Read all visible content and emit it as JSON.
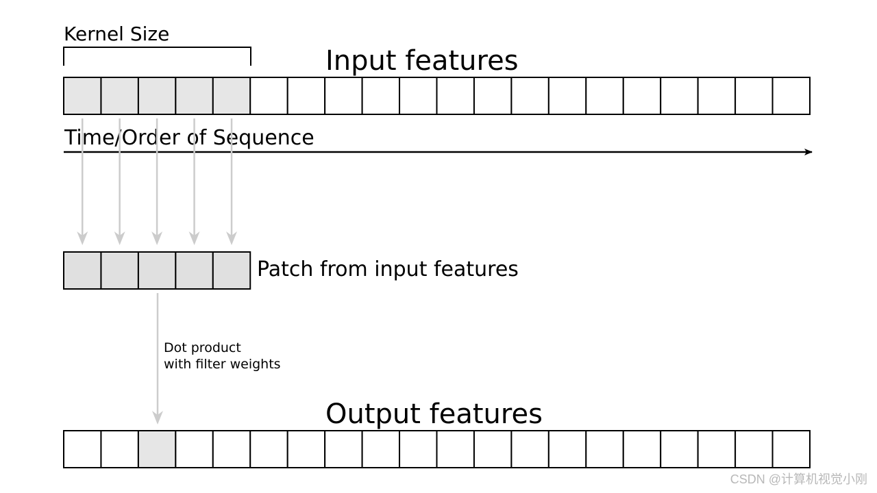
{
  "labels": {
    "kernel_size": "Kernel Size",
    "input_features": "Input features",
    "time_order": "Time/Order of Sequence",
    "patch": "Patch from input features",
    "dot_product_line1": "Dot product",
    "dot_product_line2": "with filter weights",
    "output_features": "Output features"
  },
  "sequence": {
    "input_cells": 20,
    "kernel_size": 5,
    "output_cells": 20,
    "output_highlight_index": 2
  },
  "colors": {
    "highlight_fill": "#e6e6e6",
    "patch_fill": "#e0e0e0",
    "arrow_gray": "#cccccc",
    "stroke": "#000000"
  },
  "watermark": "CSDN @计算机视觉小刚"
}
